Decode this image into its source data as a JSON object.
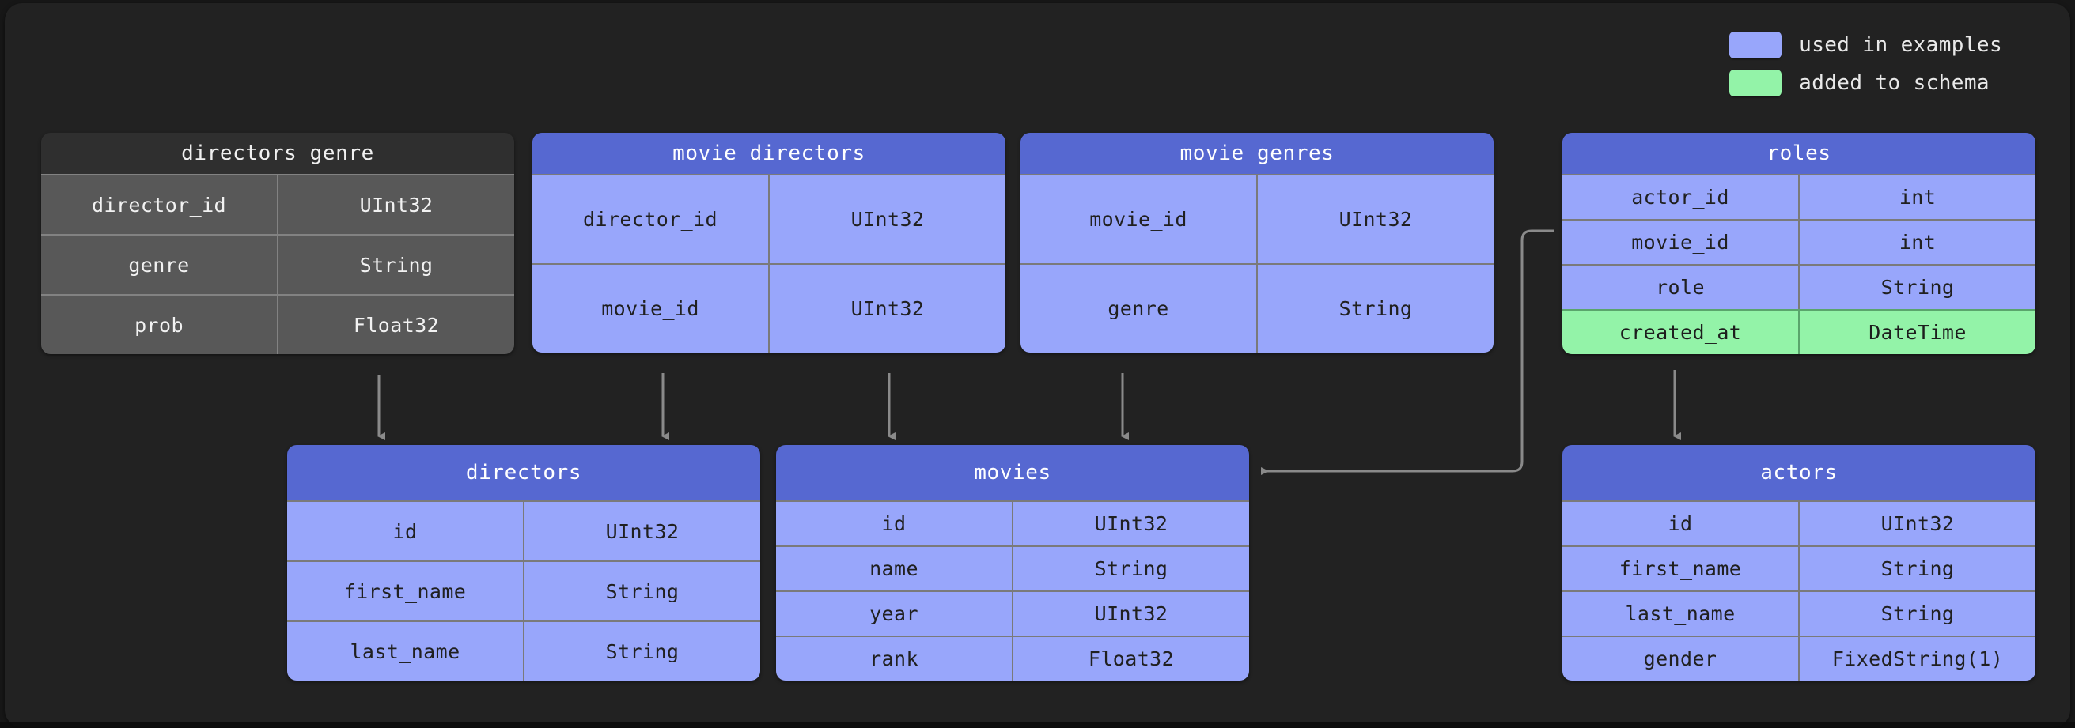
{
  "legend": {
    "items": [
      {
        "label": "used in examples",
        "color": "#98a6fb",
        "swatch_name": "legend-swatch-used-in-examples"
      },
      {
        "label": "added to schema",
        "color": "#93f3a8",
        "swatch_name": "legend-swatch-added-to-schema"
      }
    ]
  },
  "colors": {
    "canvas": "#222222",
    "frame": "#171717",
    "header_blue": "#5668d1",
    "row_blue": "#98a6fb",
    "row_green": "#93f3a8",
    "header_grey": "#2f2f2f",
    "row_grey": "#585858",
    "edge": "#8a8a8a"
  },
  "tables": [
    {
      "name": "directors_genre",
      "theme": "grey",
      "columns": [
        {
          "name": "director_id",
          "type": "UInt32",
          "state": "normal"
        },
        {
          "name": "genre",
          "type": "String",
          "state": "normal"
        },
        {
          "name": "prob",
          "type": "Float32",
          "state": "normal"
        }
      ]
    },
    {
      "name": "movie_directors",
      "theme": "blue",
      "columns": [
        {
          "name": "director_id",
          "type": "UInt32",
          "state": "normal"
        },
        {
          "name": "movie_id",
          "type": "UInt32",
          "state": "normal"
        }
      ]
    },
    {
      "name": "movie_genres",
      "theme": "blue",
      "columns": [
        {
          "name": "movie_id",
          "type": "UInt32",
          "state": "normal"
        },
        {
          "name": "genre",
          "type": "String",
          "state": "normal"
        }
      ]
    },
    {
      "name": "roles",
      "theme": "blue",
      "columns": [
        {
          "name": "actor_id",
          "type": "int",
          "state": "normal"
        },
        {
          "name": "movie_id",
          "type": "int",
          "state": "normal"
        },
        {
          "name": "role",
          "type": "String",
          "state": "normal"
        },
        {
          "name": "created_at",
          "type": "DateTime",
          "state": "added"
        }
      ]
    },
    {
      "name": "directors",
      "theme": "blue",
      "columns": [
        {
          "name": "id",
          "type": "UInt32",
          "state": "normal"
        },
        {
          "name": "first_name",
          "type": "String",
          "state": "normal"
        },
        {
          "name": "last_name",
          "type": "String",
          "state": "normal"
        }
      ]
    },
    {
      "name": "movies",
      "theme": "blue",
      "columns": [
        {
          "name": "id",
          "type": "UInt32",
          "state": "normal"
        },
        {
          "name": "name",
          "type": "String",
          "state": "normal"
        },
        {
          "name": "year",
          "type": "UInt32",
          "state": "normal"
        },
        {
          "name": "rank",
          "type": "Float32",
          "state": "normal"
        }
      ]
    },
    {
      "name": "actors",
      "theme": "blue",
      "columns": [
        {
          "name": "id",
          "type": "UInt32",
          "state": "normal"
        },
        {
          "name": "first_name",
          "type": "String",
          "state": "normal"
        },
        {
          "name": "last_name",
          "type": "String",
          "state": "normal"
        },
        {
          "name": "gender",
          "type": "FixedString(1)",
          "state": "normal"
        }
      ]
    }
  ],
  "relationships": [
    {
      "from": "directors_genre",
      "to": "directors",
      "style": "straight-down"
    },
    {
      "from": "movie_directors",
      "to": "directors",
      "style": "straight-down"
    },
    {
      "from": "movie_directors",
      "to": "movies",
      "style": "straight-down"
    },
    {
      "from": "movie_genres",
      "to": "movies",
      "style": "straight-down"
    },
    {
      "from": "roles",
      "to": "movies",
      "style": "elbow-left"
    },
    {
      "from": "roles",
      "to": "actors",
      "style": "straight-down"
    }
  ]
}
